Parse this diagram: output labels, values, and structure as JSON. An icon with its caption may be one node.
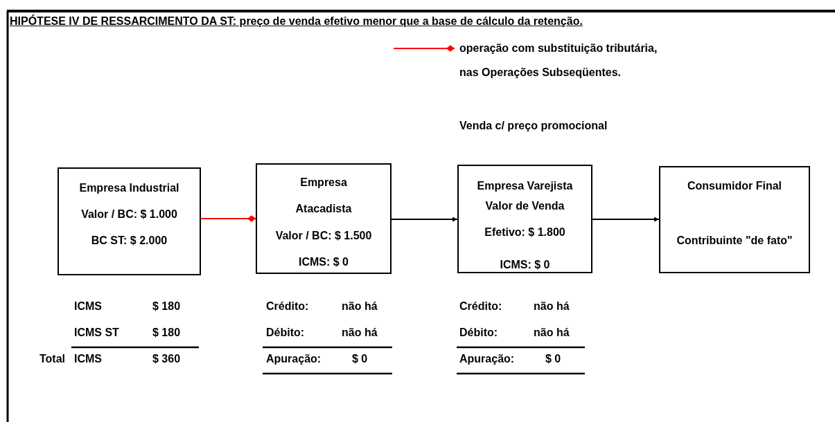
{
  "diagram": {
    "title": "HIPÓTESE IV DE RESSARCIMENTO DA ST: preço de venda efetivo menor que a base de cálculo da retenção.",
    "nodes": [
      {
        "text": [
          "Empresa Industrial",
          "Valor / BC: $ 1.000",
          "BC ST:  $ 2.000"
        ]
      },
      {
        "text": [
          "Empresa Atacadista",
          "Valor / BC: $ 1.500",
          "ICMS: $ 0"
        ]
      },
      {
        "text": [
          "Empresa Varejista",
          "Valor de Venda Efetivo: $ 1.800",
          "ICMS: $ 0"
        ]
      },
      {
        "text": [
          "Consumidor Final",
          "Contribuinte \"de fato\""
        ]
      }
    ],
    "edges": [
      {
        "from": 0,
        "to": 1,
        "arrow": "other",
        "color": "#ff0000"
      },
      {
        "from": 1,
        "to": 2,
        "arrow": "to"
      },
      {
        "from": 2,
        "to": 3,
        "arrow": "to"
      }
    ],
    "labels": [
      "Venda c/ preço promocional",
      "ICMS",
      "$ 180",
      "Crédito:",
      "não há",
      "Crédito:",
      "não há",
      "ICMS ST",
      "$ 180",
      "Débito:",
      "não há",
      "Débito:",
      "não há",
      "Total",
      "ICMS",
      "$ 360",
      "Apuração:",
      "$ 0",
      "Apuração:",
      "$ 0"
    ],
    "legend": [
      {
        "text": "operação com substituição tributária, nas Operações Subseqüentes."
      }
    ]
  }
}
